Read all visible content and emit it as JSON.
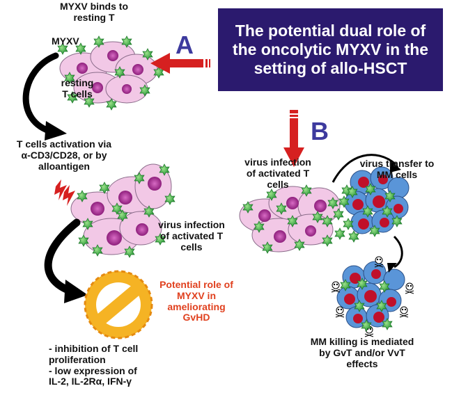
{
  "title": "The potential dual role of\nthe oncolytic MYXV in the\nsetting of allo-HSCT",
  "label_a": "A",
  "label_b": "B",
  "labels": {
    "myxv_binds": "MYXV binds to\nresting T",
    "myxv": "MYXV",
    "resting_t": "resting\nT cells",
    "t_activation": "T cells activation via\nα-CD3/CD28, or by\nalloantigen",
    "virus_infection_left": "virus infection\nof activated T\ncells",
    "virus_infection_right": "virus infection\nof activated T\ncells",
    "virus_transfer": "virus transfer to\nMM cells",
    "potential_role": "Potential role of\nMYXV in\nameliorating\nGvHD",
    "inhibition": "- inhibition of T cell\nproliferation\n- low expression of\nIL-2, IL-2Rα, IFN-γ",
    "mm_killing": "MM killing is mediated\nby GvT and/or VvT\neffects"
  },
  "colors": {
    "title_bg": "#2b1a6e",
    "title_text": "#ffffff",
    "letter": "#3d3a9e",
    "cell_fill": "#f2c8e6",
    "nucleus": "#a5308f",
    "virus": "#3fb04a",
    "red_arrow": "#d62020",
    "prohibition": "#f5b324",
    "potential_role_text": "#e0401e",
    "mm_blue": "#4f8fd6",
    "mm_red": "#c0102a"
  },
  "icons": [
    "skull-icon",
    "lightning-icon",
    "prohibition-icon",
    "virus-icon"
  ]
}
